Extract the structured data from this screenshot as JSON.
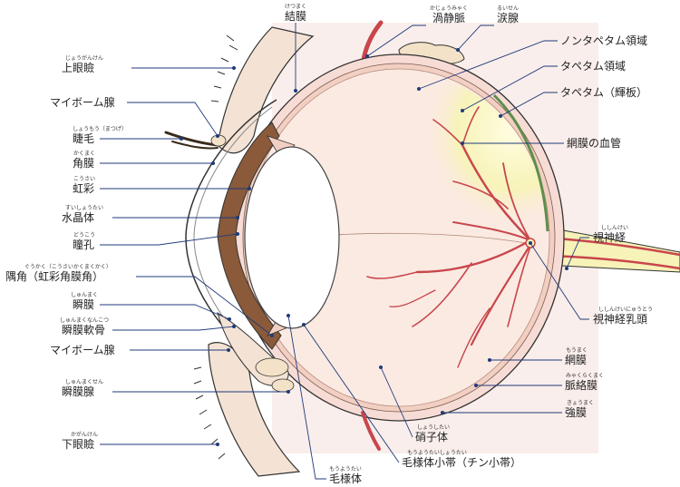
{
  "labels": {
    "conjunctiva": {
      "text": "結膜",
      "ruby": "けつまく"
    },
    "vortex_vein": {
      "text": "渦静脈",
      "ruby": "かじょうみゃく"
    },
    "lacrimal_gland": {
      "text": "涙腺",
      "ruby": "るいせん"
    },
    "non_tapetum": {
      "text": "ノンタペタム領域",
      "ruby": ""
    },
    "tapetum_region": {
      "text": "タペタム領域",
      "ruby": ""
    },
    "tapetum": {
      "text": "タペタム（輝板）",
      "ruby": ""
    },
    "retinal_vessels": {
      "text": "網膜の血管",
      "ruby": ""
    },
    "optic_nerve": {
      "text": "視神経",
      "ruby": "ししんけい"
    },
    "optic_disc": {
      "text": "視神経乳頭",
      "ruby": "ししんけいにゅうとう"
    },
    "retina": {
      "text": "網膜",
      "ruby": "もうまく"
    },
    "choroid": {
      "text": "脈絡膜",
      "ruby": "みゃくらくまく"
    },
    "sclera": {
      "text": "強膜",
      "ruby": "きょうまく"
    },
    "vitreous": {
      "text": "硝子体",
      "ruby": "しょうしたい"
    },
    "zonule": {
      "text": "毛様体小帯（チン小帯）",
      "ruby": "もうようたいしょうたい"
    },
    "ciliary_body": {
      "text": "毛様体",
      "ruby": "もうようたい"
    },
    "upper_eyelid": {
      "text": "上眼瞼",
      "ruby": "じょうがんけん"
    },
    "meibomian_upper": {
      "text": "マイボーム腺",
      "ruby": ""
    },
    "eyelash": {
      "text": "睫毛",
      "ruby": "しょうもう（まつげ）"
    },
    "cornea": {
      "text": "角膜",
      "ruby": "かくまく"
    },
    "iris": {
      "text": "虹彩",
      "ruby": "こうさい"
    },
    "lens": {
      "text": "水晶体",
      "ruby": "すいしょうたい"
    },
    "pupil": {
      "text": "瞳孔",
      "ruby": "どうこう"
    },
    "iridocorneal_angle": {
      "text": "隅角（虹彩角膜角）",
      "ruby": "ぐうかく（こうさいかくまくかく）"
    },
    "nictitans": {
      "text": "瞬膜",
      "ruby": "しゅんまく"
    },
    "nictitans_cartilage": {
      "text": "瞬膜軟骨",
      "ruby": "しゅんまくなんこつ"
    },
    "meibomian_lower": {
      "text": "マイボーム腺",
      "ruby": ""
    },
    "nictitans_gland": {
      "text": "瞬膜腺",
      "ruby": "しゅんまくせん"
    },
    "lower_eyelid": {
      "text": "下眼瞼",
      "ruby": "かがんけん"
    }
  },
  "colors": {
    "sclera_fill": "#f7dcd6",
    "skin_fill": "#f1d6c8",
    "eyelid_fill": "#f4e3d4",
    "vitreous_fill": "#fbeae2",
    "tapetum_fill": "#f6f2b8",
    "tapetum_line": "#5f8e4b",
    "iris_fill": "#8a5a3a",
    "lens_fill": "#ffffff",
    "vessel": "#c8464c",
    "gland_fill": "#f3e2c7",
    "lead_line": "#1f3a7a"
  }
}
